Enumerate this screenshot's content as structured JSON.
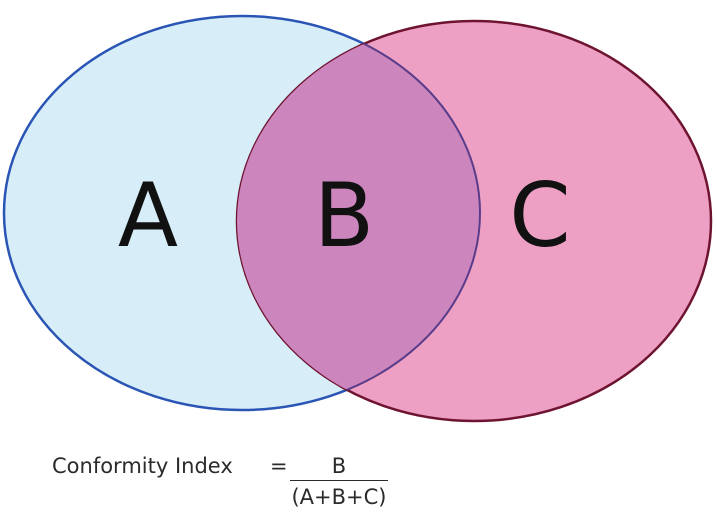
{
  "diagram": {
    "regions": [
      {
        "id": "A",
        "label": "A"
      },
      {
        "id": "B",
        "label": "B"
      },
      {
        "id": "C",
        "label": "C"
      }
    ],
    "colors": {
      "left_fill": "#d7eef8",
      "left_stroke": "#2a55b5",
      "right_fill": "#eda0c4",
      "right_stroke": "#6e1330",
      "overlap_fill": "#cc86bd",
      "overlap_stroke": "#5a3c8a"
    }
  },
  "formula": {
    "lhs": "Conformity Index",
    "equals": "=",
    "numerator": "B",
    "denominator": "(A+B+C)"
  }
}
